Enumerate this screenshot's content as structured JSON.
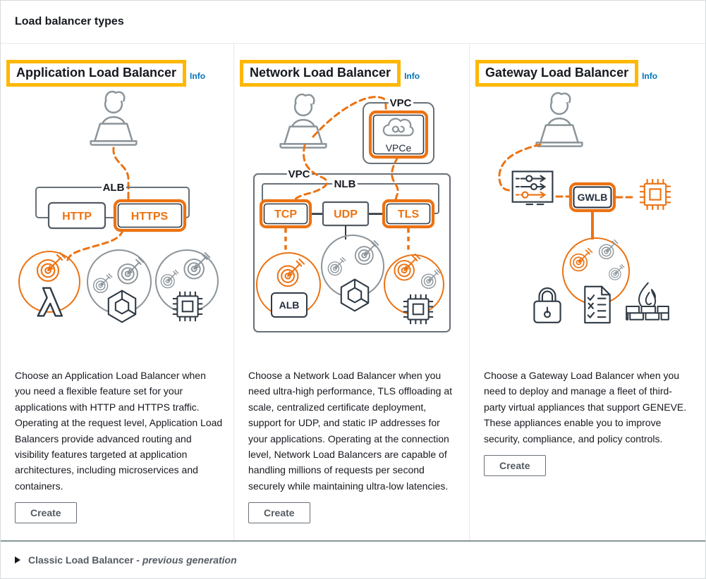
{
  "page": {
    "title": "Load balancer types",
    "footer": {
      "expander_label": "Classic Load Balancer -",
      "expander_suffix": "previous generation"
    }
  },
  "cards": [
    {
      "title": "Application Load Balancer",
      "info_label": "Info",
      "description": "Choose an Application Load Balancer when you need a flexible feature set for your applications with HTTP and HTTPS traffic. Operating at the request level, Application Load Balancers provide advanced routing and visibility features targeted at application architectures, including microservices and containers.",
      "create_label": "Create",
      "diagram": {
        "group_label": "ALB",
        "listener_left": "HTTP",
        "listener_right": "HTTPS"
      }
    },
    {
      "title": "Network Load Balancer",
      "info_label": "Info",
      "description": "Choose a Network Load Balancer when you need ultra-high performance, TLS offloading at scale, centralized certificate deployment, support for UDP, and static IP addresses for your applications. Operating at the connection level, Network Load Balancers are capable of handling millions of requests per second securely while maintaining ultra-low latencies.",
      "create_label": "Create",
      "diagram": {
        "vpc_top_label": "VPC",
        "vpce_label": "VPCe",
        "vpc_main_label": "VPC",
        "group_label": "NLB",
        "listener_left": "TCP",
        "listener_mid": "UDP",
        "listener_right": "TLS",
        "target_label": "ALB"
      }
    },
    {
      "title": "Gateway Load Balancer",
      "info_label": "Info",
      "description": "Choose a Gateway Load Balancer when you need to deploy and manage a fleet of third-party virtual appliances that support GENEVE. These appliances enable you to improve security, compliance, and policy controls.",
      "create_label": "Create",
      "diagram": {
        "group_label": "GWLB"
      }
    }
  ],
  "colors": {
    "accent_orange": "#ec7211",
    "highlight_yellow": "#ffb700",
    "info_link_blue": "#0073bb",
    "text_dark": "#16191f",
    "button_gray": "#545b64"
  }
}
